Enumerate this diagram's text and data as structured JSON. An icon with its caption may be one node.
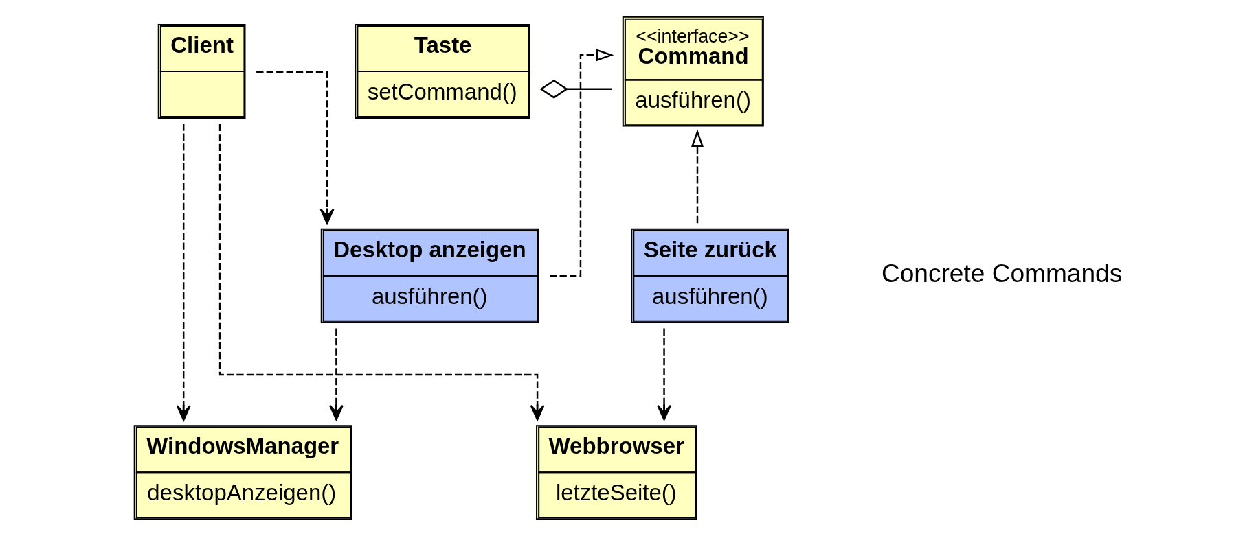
{
  "diagram": {
    "nodes": [
      {
        "text": [
          "Client"
        ]
      },
      {
        "text": [
          "Taste",
          "setCommand()"
        ]
      },
      {
        "text": [
          "<<interface>>",
          "Command",
          "ausführen()"
        ]
      },
      {
        "text": [
          "Desktop anzeigen",
          "ausführen()"
        ]
      },
      {
        "text": [
          "Seite zurück",
          "ausführen()"
        ]
      },
      {
        "text": [
          "WindowsManager",
          "desktopAnzeigen()"
        ]
      },
      {
        "text": [
          "Webbrowser",
          "letzteSeite()"
        ]
      }
    ],
    "edges": [
      {
        "from": 1,
        "to": 2,
        "arrow": "other"
      },
      {
        "from": 3,
        "to": 2,
        "arrow": "to",
        "style": "dashed"
      },
      {
        "from": 4,
        "to": 2,
        "arrow": "to",
        "style": "dashed"
      },
      {
        "from": 0,
        "to": 3,
        "arrow": "to",
        "style": "dashed"
      },
      {
        "from": 3,
        "to": 5,
        "arrow": "to",
        "style": "dashed"
      },
      {
        "from": 4,
        "to": 6,
        "arrow": "to",
        "style": "dashed"
      },
      {
        "from": 0,
        "to": 5,
        "arrow": "to",
        "style": "dashed"
      },
      {
        "from": 0,
        "to": 6,
        "arrow": "to",
        "style": "dashed"
      }
    ],
    "labels": [
      "Concrete Commands"
    ]
  }
}
